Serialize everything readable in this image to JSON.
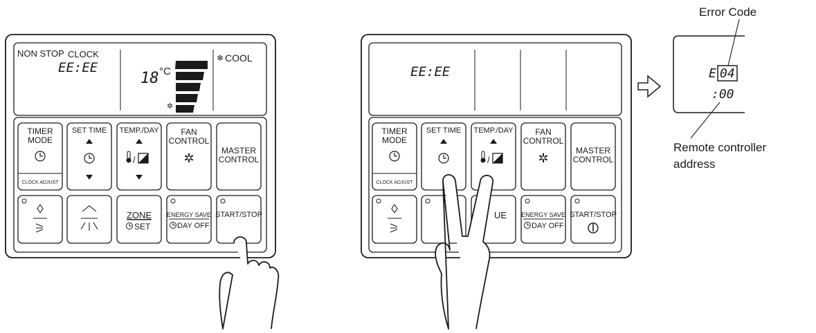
{
  "left_panel": {
    "display": {
      "non_stop": "NON STOP",
      "clock_label": "CLOCK",
      "clock_value": "EE:EE",
      "temperature_value": "18",
      "temperature_unit": "°C",
      "mode_label": "COOL"
    },
    "buttons": {
      "timer_mode": [
        "TIMER",
        "MODE"
      ],
      "clock_adjust": "CLOCK ADJUST",
      "set_time": "SET TIME",
      "temp_day": "TEMP./DAY",
      "fan_control": [
        "FAN",
        "CONTROL"
      ],
      "master_control": [
        "MASTER",
        "CONTROL"
      ],
      "zone": "ZONE",
      "zone_set": "SET",
      "energy_save": "ENERGY SAVE",
      "day_off": "DAY OFF",
      "start_stop": "START/STOP"
    }
  },
  "right_panel": {
    "display": {
      "clock_value": "EE:EE"
    },
    "buttons": {
      "timer_mode": [
        "TIMER",
        "MODE"
      ],
      "clock_adjust": "CLOCK ADJUST",
      "set_time": "SET TIME",
      "temp_day": "TEMP./DAY",
      "fan_control": [
        "FAN",
        "CONTROL"
      ],
      "master_control": [
        "MASTER",
        "CONTROL"
      ],
      "zone_partial": "UE",
      "energy_save": "ENERGY SAVE",
      "day_off": "DAY OFF",
      "start_stop": "START/STOP"
    }
  },
  "zoom_display": {
    "error_prefix": "E",
    "error_code": "04",
    "address": ":00"
  },
  "callouts": {
    "error_code": "Error Code",
    "address_line1": "Remote controller",
    "address_line2": "address"
  }
}
